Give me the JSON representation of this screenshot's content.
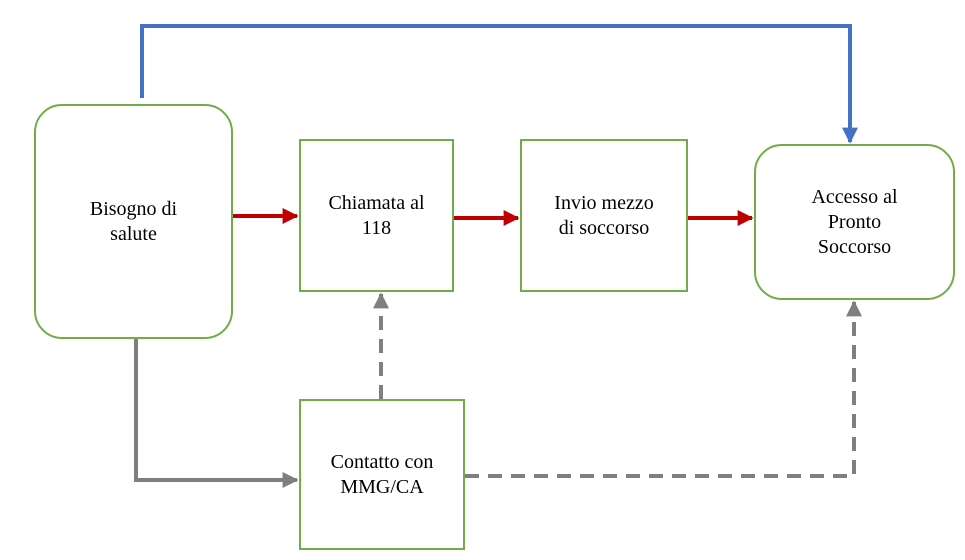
{
  "colors": {
    "node_border": "#70ad47",
    "direct_access": "#4472c4",
    "emergency_path": "#c00000",
    "primary_care_path": "#7f7f7f"
  },
  "nodes": {
    "bisogno": "Bisogno di\nsalute",
    "chiamata": "Chiamata al\n118",
    "invio": "Invio mezzo\ndi soccorso",
    "accesso": "Accesso al\nPronto\nSoccorso",
    "contatto": "Contatto con\nMMG/CA"
  },
  "edges": [
    {
      "from": "bisogno",
      "to": "accesso",
      "style": "solid",
      "color": "direct_access"
    },
    {
      "from": "bisogno",
      "to": "chiamata",
      "style": "solid",
      "color": "emergency_path"
    },
    {
      "from": "chiamata",
      "to": "invio",
      "style": "solid",
      "color": "emergency_path"
    },
    {
      "from": "invio",
      "to": "accesso",
      "style": "solid",
      "color": "emergency_path"
    },
    {
      "from": "bisogno",
      "to": "contatto",
      "style": "solid",
      "color": "primary_care_path"
    },
    {
      "from": "contatto",
      "to": "chiamata",
      "style": "dashed",
      "color": "primary_care_path"
    },
    {
      "from": "contatto",
      "to": "accesso",
      "style": "dashed",
      "color": "primary_care_path"
    }
  ]
}
